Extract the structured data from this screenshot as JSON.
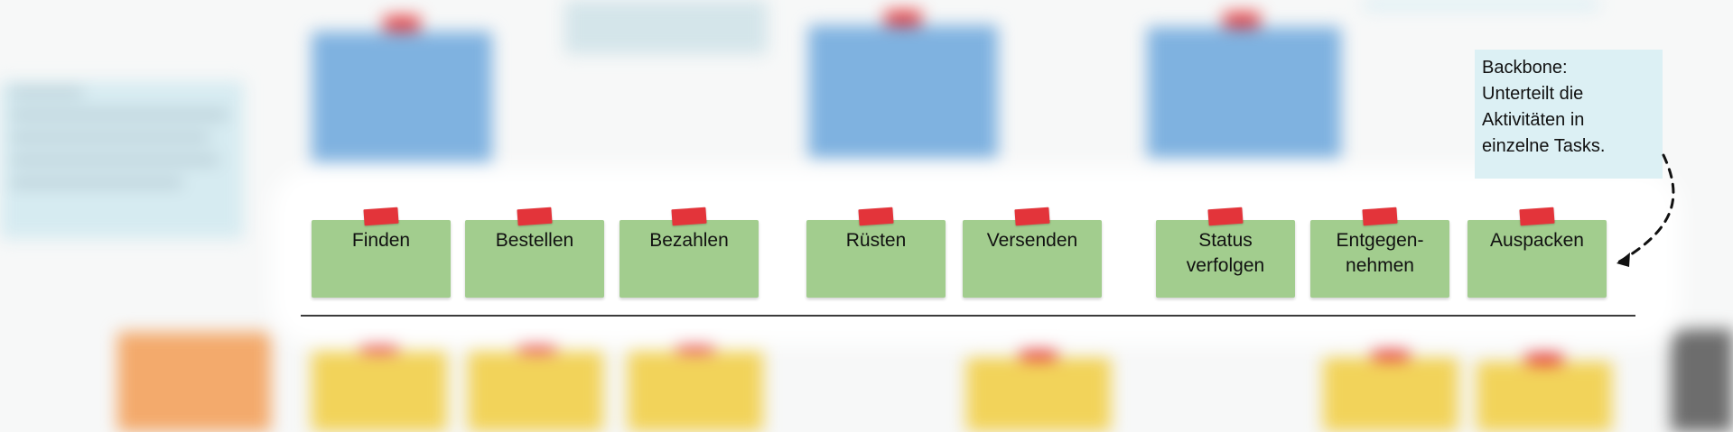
{
  "activities_row": {
    "tasks": [
      {
        "label": "Finden"
      },
      {
        "label": "Bestellen"
      },
      {
        "label": "Bezahlen"
      },
      {
        "label": "Rüsten"
      },
      {
        "label": "Versenden"
      },
      {
        "label": "Status\nverfolgen"
      },
      {
        "label": "Entgegen-\nnehmen"
      },
      {
        "label": "Auspacken"
      }
    ]
  },
  "annotation": {
    "text": "Backbone:\nUnterteilt die\nAktivitäten in\neinzelne Tasks."
  },
  "colors": {
    "task_sticky": "#a2cd8e",
    "pin": "#e3343a",
    "annotation_bg": "#dcf0f4",
    "activity_sticky_blurred": "#7fb2e0",
    "story_sticky_blurred": "#f2d35a",
    "user_sticky_blurred": "#f3aa6c"
  }
}
